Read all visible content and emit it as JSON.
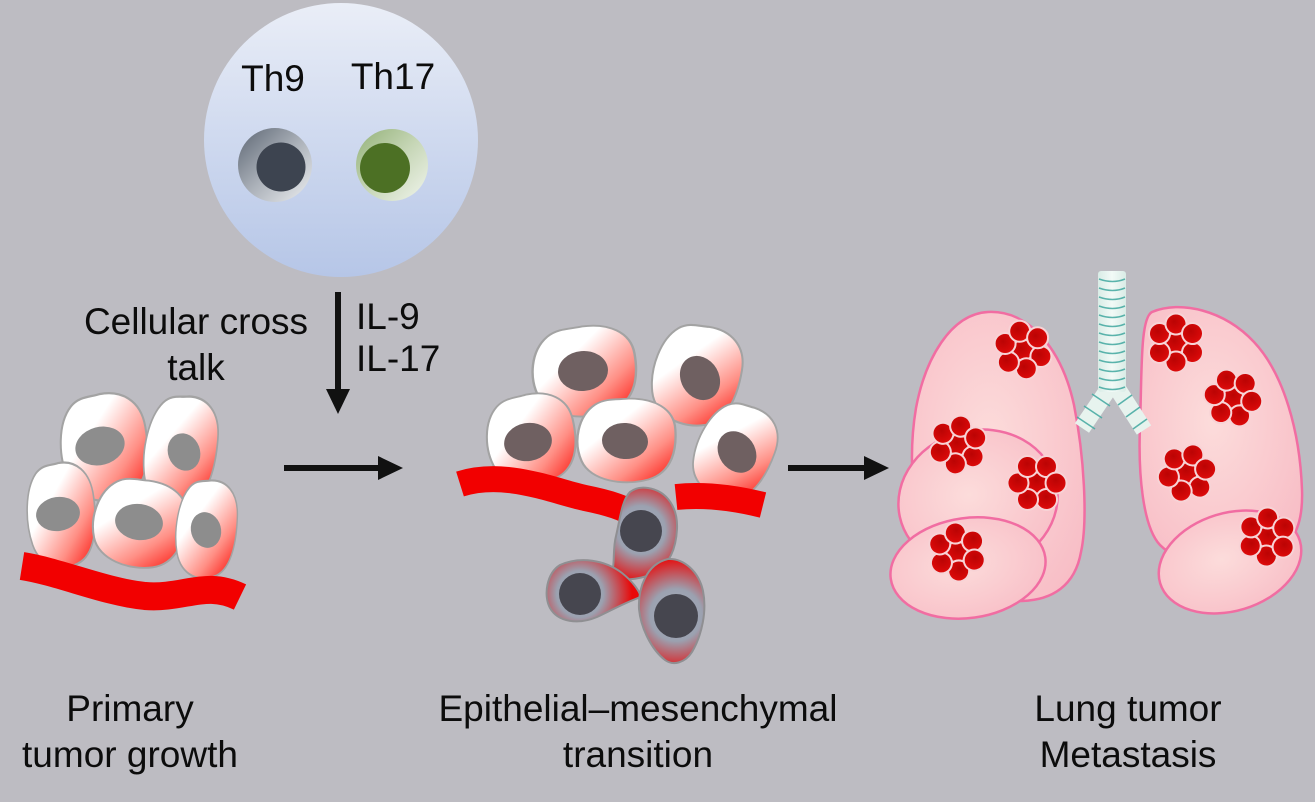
{
  "figure": {
    "tcells": {
      "th9": "Th9",
      "th17": "Th17"
    },
    "cytokines": {
      "il9": "IL-9",
      "il17": "IL-17"
    },
    "crosstalk": {
      "line1": "Cellular cross",
      "line2": "talk"
    },
    "captions": {
      "primary": {
        "line1": "Primary",
        "line2": "tumor growth"
      },
      "emt": {
        "line1": "Epithelial–mesenchymal",
        "line2": "transition"
      },
      "metastasis": {
        "line1": "Lung tumor",
        "line2": "Metastasis"
      }
    }
  },
  "colors": {
    "background": "#bdbcc2",
    "lymphocyte_sphere": "#ccd7ee",
    "th9_cell_nucleus": "#3d4450",
    "th17_cell_nucleus": "#4c7024",
    "epithelial_red": "#fb0b04",
    "epithelial_nucleus_left": "#8d8d8d",
    "epithelial_nucleus_mid": "#6f6061",
    "mesenchymal_red": "#e90808",
    "mesenchymal_center_gray": "#9ba1b0",
    "membrane_red": "#f20000",
    "lung_fill": "#f9c6cc",
    "lung_outline": "#f16da2",
    "tumor_red": "#d50808",
    "trachea_fill": "#e7f3ee",
    "trachea_ring": "#4aaca4",
    "arrow_black": "#111111",
    "text": "#0c0c0c"
  }
}
